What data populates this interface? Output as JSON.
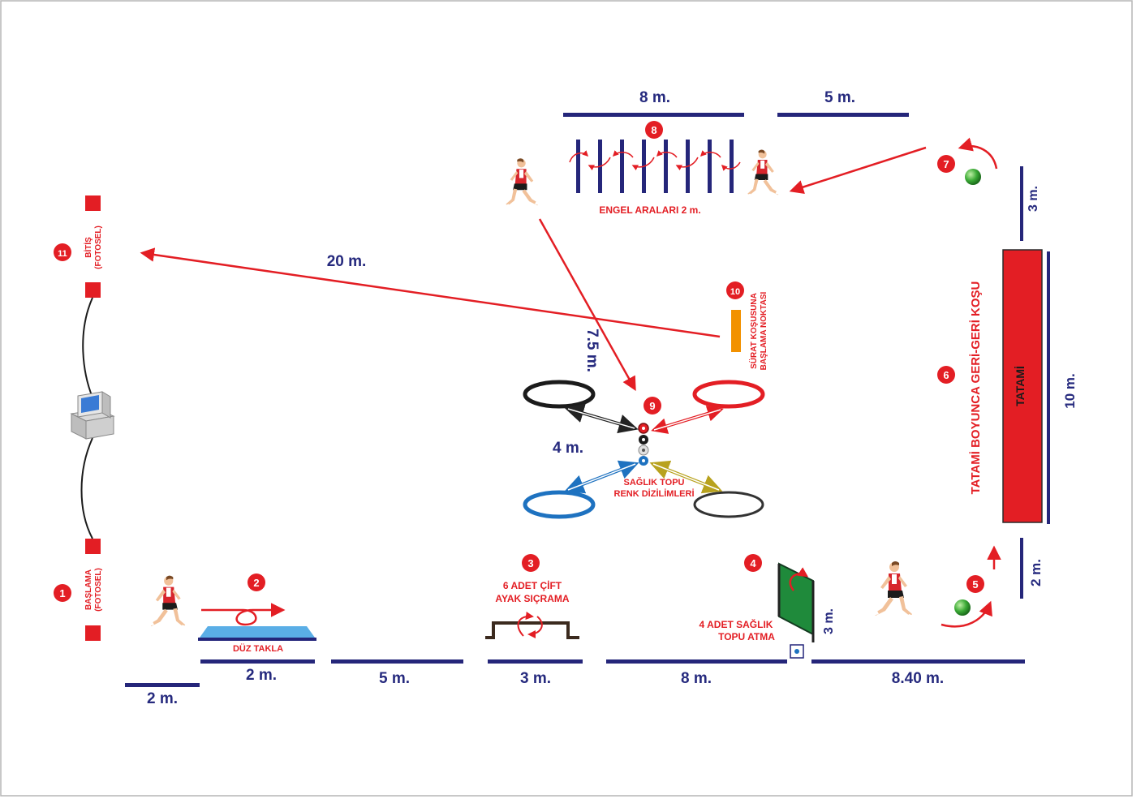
{
  "stations": {
    "s1": {
      "number": "1",
      "label_line1": "BAŞLAMA",
      "label_line2": "(FOTOSEL)"
    },
    "s2": {
      "number": "2",
      "label": "DÜZ TAKLA"
    },
    "s3": {
      "number": "3",
      "label_line1": "6 ADET ÇİFT",
      "label_line2": "AYAK SIÇRAMA"
    },
    "s4": {
      "number": "4",
      "label_line1": "4 ADET SAĞLIK",
      "label_line2": "TOPU ATMA"
    },
    "s5": {
      "number": "5"
    },
    "s6": {
      "number": "6",
      "label": "TATAMİ BOYUNCA GERİ-GERİ KOŞU",
      "mat_label": "TATAMİ"
    },
    "s7": {
      "number": "7"
    },
    "s8": {
      "number": "8",
      "label": "ENGEL ARALARI 2 m."
    },
    "s9": {
      "number": "9",
      "label_line1": "SAĞLIK TOPU",
      "label_line2": "RENK DİZİLİMLERİ"
    },
    "s10": {
      "number": "10",
      "label_line1": "SÜRAT KOŞUSUNA",
      "label_line2": "BAŞLAMA NOKTASI"
    },
    "s11": {
      "number": "11",
      "label_line1": "BİTİŞ",
      "label_line2": "(FOTOSEL)"
    }
  },
  "distances": {
    "bottom_2m_start": "2 m.",
    "bottom_2m_takla": "2 m.",
    "bottom_5m": "5 m.",
    "bottom_3m": "3 m.",
    "bottom_8m": "8 m.",
    "bottom_840m": "8.40 m.",
    "top_8m": "8 m.",
    "top_5m": "5 m.",
    "right_3m_top": "3 m.",
    "right_10m": "10 m.",
    "right_2m": "2 m.",
    "station4_3m": "3 m.",
    "finish_20m": "20 m.",
    "center_75m": "7.5 m.",
    "center_4m": "4 m."
  },
  "colors": {
    "accent_red": "#e31e24",
    "navy": "#25267a",
    "mat": "#e31e24",
    "blue_ring": "#1e72c0",
    "ball_green": "#3aa935",
    "net_green": "#1f8a3b",
    "cone_orange": "#f29100"
  }
}
